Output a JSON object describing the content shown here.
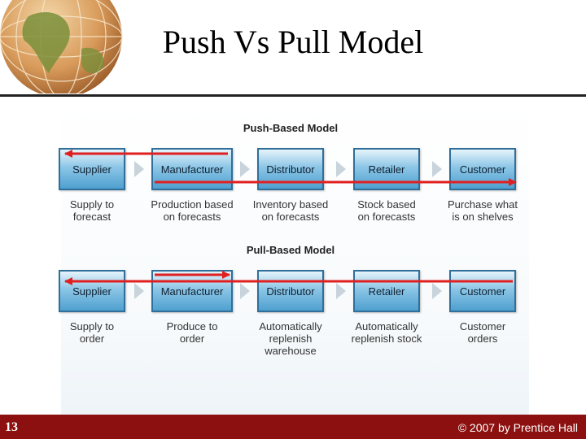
{
  "title": "Push Vs Pull Model",
  "push": {
    "heading": "Push-Based Model",
    "stages": [
      "Supplier",
      "Manufacturer",
      "Distributor",
      "Retailer",
      "Customer"
    ],
    "captions": [
      [
        "Supply to",
        "forecast"
      ],
      [
        "Production based",
        "on forecasts"
      ],
      [
        "Inventory based",
        "on forecasts"
      ],
      [
        "Stock based",
        "on forecasts"
      ],
      [
        "Purchase what",
        "is on shelves"
      ]
    ]
  },
  "pull": {
    "heading": "Pull-Based Model",
    "stages": [
      "Supplier",
      "Manufacturer",
      "Distributor",
      "Retailer",
      "Customer"
    ],
    "captions": [
      [
        "Supply to",
        "order"
      ],
      [
        "Produce to",
        "order"
      ],
      [
        "Automatically",
        "replenish",
        "warehouse"
      ],
      [
        "Automatically",
        "replenish stock"
      ],
      [
        "Customer",
        "orders"
      ]
    ]
  },
  "colors": {
    "arrow": "#e02020",
    "footer": "#8c1010",
    "box": "#4fa0d0"
  },
  "footer": {
    "slide_number": "13",
    "copyright": "© 2007 by Prentice Hall"
  }
}
